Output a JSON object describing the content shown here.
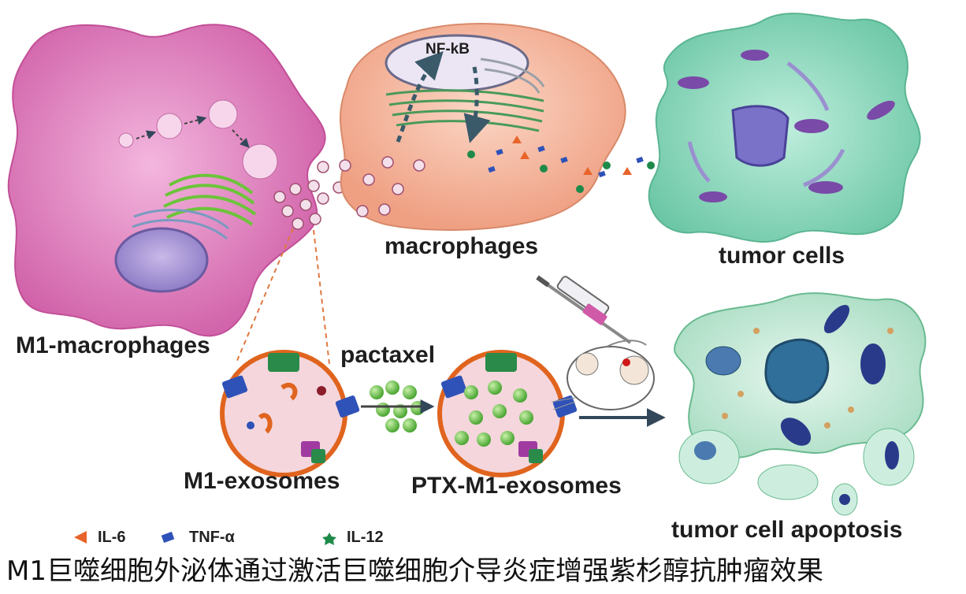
{
  "labels": {
    "nfkb": "NF-kB",
    "macrophages": "macrophages",
    "tumor_cells": "tumor cells",
    "m1_macrophages": "M1-macrophages",
    "pactaxel": "pactaxel",
    "m1_exosomes": "M1-exosomes",
    "ptx_m1_exosomes": "PTX-M1-exosomes",
    "tumor_cell_apoptosis": "tumor cell apoptosis"
  },
  "legend": [
    {
      "name": "IL-6",
      "icon": "il6-triangle-icon",
      "color": "#e8642a"
    },
    {
      "name": "TNF-α",
      "icon": "tnf-alpha-block-icon",
      "color": "#2f52b8"
    },
    {
      "name": "IL-12",
      "icon": "il12-star-icon",
      "color": "#1e8a4a"
    }
  ],
  "caption": "M1巨噬细胞外泌体通过激活巨噬细胞介导炎症增强紫杉醇抗肿瘤效果",
  "colors": {
    "m1_macrophage": "#d868b0",
    "macrophage": "#f4b49a",
    "tumor_cell": "#7ecfb0",
    "exosome_border": "#e0641e",
    "paclitaxel": "#7ccf58",
    "apoptotic_cell": "#c8ecd8"
  }
}
